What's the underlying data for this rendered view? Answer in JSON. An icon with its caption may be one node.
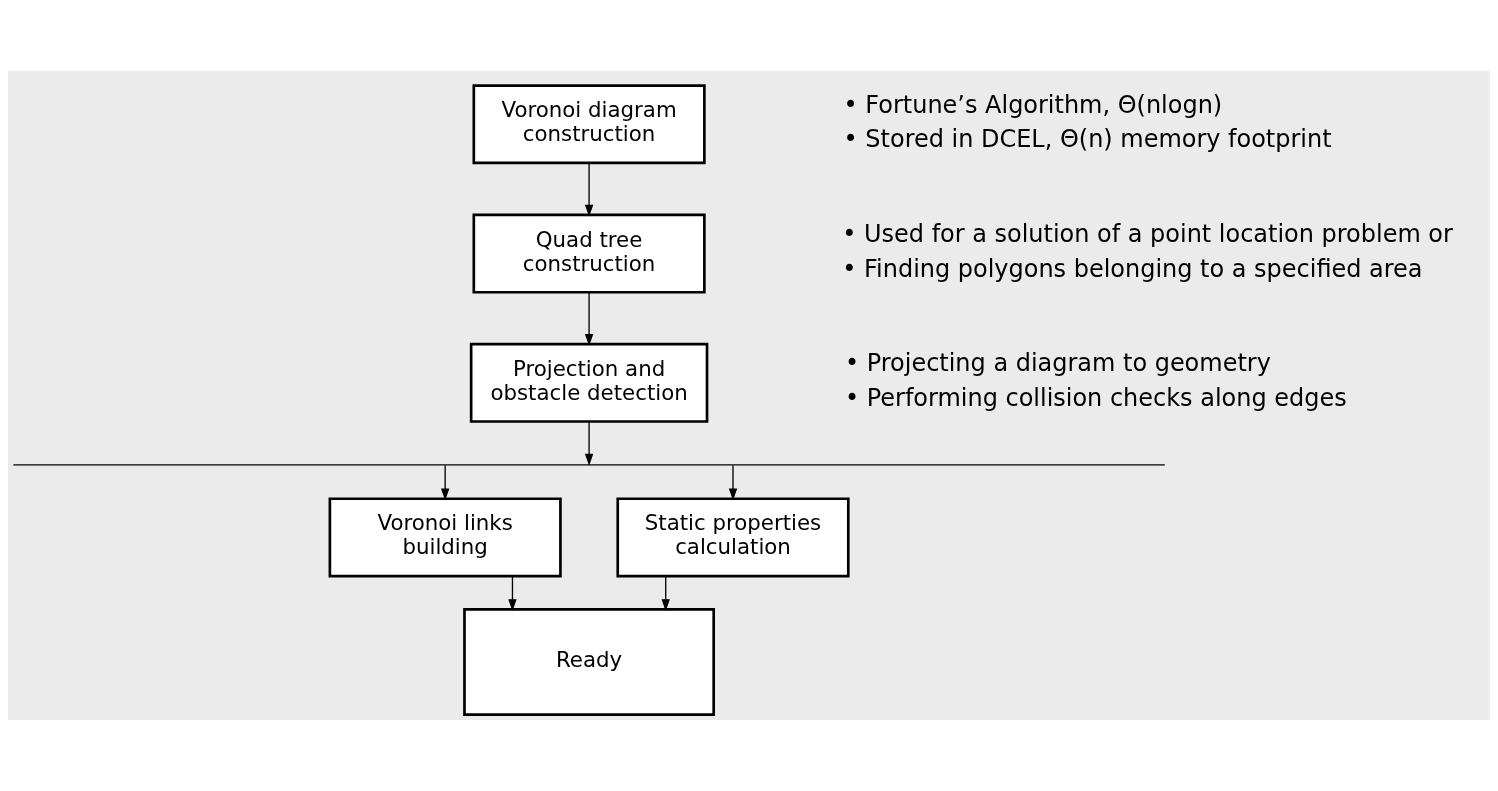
{
  "diagram": {
    "nodes": [
      {
        "text": [
          "Voronoi diagram construction"
        ],
        "beside": [
          "• Fortune’s Algorithm, Θ(nlogn)",
          "• Stored in DCEL, Θ(n) memory footprint"
        ]
      },
      {
        "text": [
          "Quad tree construction"
        ],
        "beside": [
          "• Used for a solution of a point location problem or",
          "• Finding polygons belonging to a specified area"
        ]
      },
      {
        "text": [
          "Projection and obstacle detection"
        ],
        "beside": [
          "• Projecting a diagram to geometry",
          "• Performing collision checks along edges"
        ]
      },
      {
        "text": [],
        "shape": "bar"
      },
      {
        "text": [
          "Voronoi links building"
        ]
      },
      {
        "text": [
          "Static properties calculation"
        ]
      },
      {
        "text": [
          "Ready"
        ]
      }
    ],
    "edges": [
      {
        "from": 0,
        "to": 1,
        "arrow": "to"
      },
      {
        "from": 1,
        "to": 2,
        "arrow": "to"
      },
      {
        "from": 2,
        "to": 3,
        "arrow": "to"
      },
      {
        "from": 3,
        "to": 4,
        "arrow": "to"
      },
      {
        "from": 3,
        "to": 5,
        "arrow": "to"
      },
      {
        "from": 4,
        "to": 6,
        "arrow": "to"
      },
      {
        "from": 5,
        "to": 6,
        "arrow": "to"
      }
    ]
  }
}
